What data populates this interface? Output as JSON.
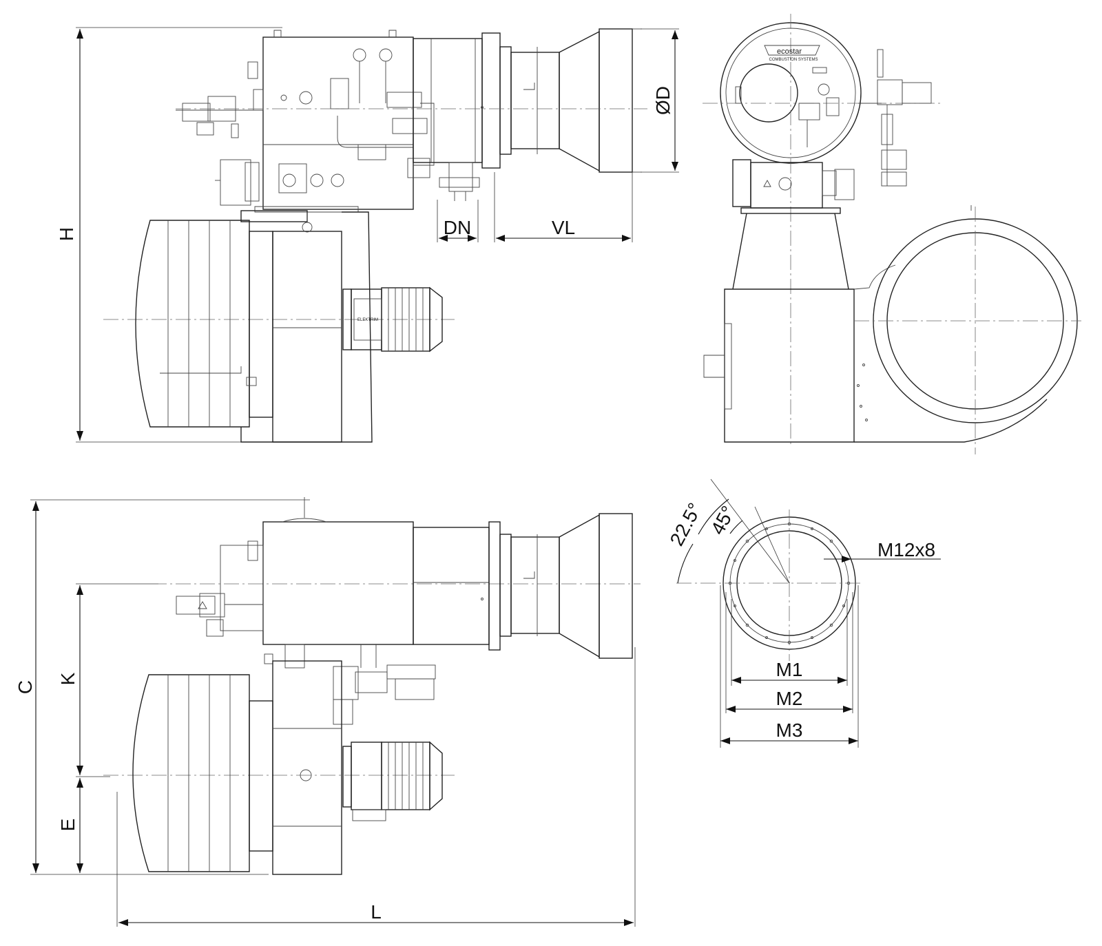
{
  "labels": {
    "H": "H",
    "DN": "DN",
    "VL": "VL",
    "D": "ØD",
    "C": "C",
    "K": "K",
    "E": "E",
    "L": "L",
    "M1": "M1",
    "M2": "M2",
    "M3": "M3",
    "angle_small": "22.5°",
    "angle_large": "45°",
    "bolts": "M12x8"
  },
  "brand": {
    "name": "ecostar",
    "subtitle": "COMBUSTION SYSTEMS"
  },
  "motor_badge": "ELEKTRIM"
}
